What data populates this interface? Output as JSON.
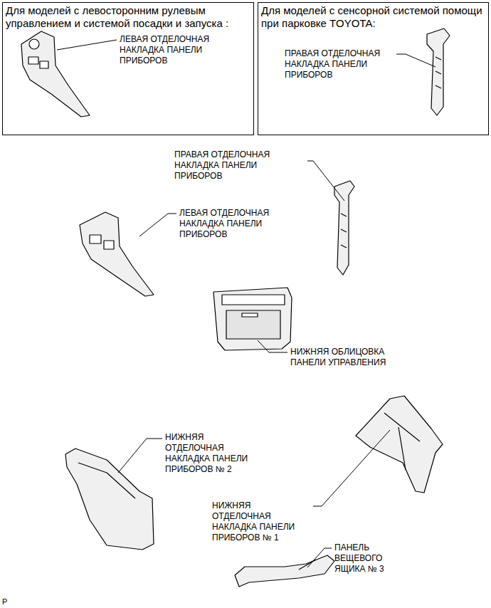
{
  "diagram": {
    "nodes": [
      {
        "text": [
          "Для моделей с левосторонним рулевым управлением и системой посадки и запуска :",
          "ЛЕВАЯ ОТДЕЛОЧНАЯ НАКЛАДКА ПАНЕЛИ ПРИБОРОВ"
        ]
      },
      {
        "text": [
          "Для моделей с сенсорной системой помощи при парковке TOYOTA:",
          "ПРАВАЯ ОТДЕЛОЧНАЯ НАКЛАДКА ПАНЕЛИ ПРИБОРОВ"
        ]
      }
    ],
    "labels": [
      "ПРАВАЯ ОТДЕЛОЧНАЯ НАКЛАДКА ПАНЕЛИ ПРИБОРОВ",
      "ЛЕВАЯ ОТДЕЛОЧНАЯ НАКЛАДКА ПАНЕЛИ ПРИБОРОВ",
      "НИЖНЯЯ ОБЛИЦОВКА ПАНЕЛИ УПРАВЛЕНИЯ",
      "НИЖНЯЯ ОТДЕЛОЧНАЯ НАКЛАДКА ПАНЕЛИ ПРИБОРОВ № 2",
      "НИЖНЯЯ ОТДЕЛОЧНАЯ НАКЛАДКА ПАНЕЛИ ПРИБОРОВ № 1",
      "ПАНЕЛЬ ВЕЩЕВОГО ЯЩИКА № 3",
      "P"
    ]
  }
}
